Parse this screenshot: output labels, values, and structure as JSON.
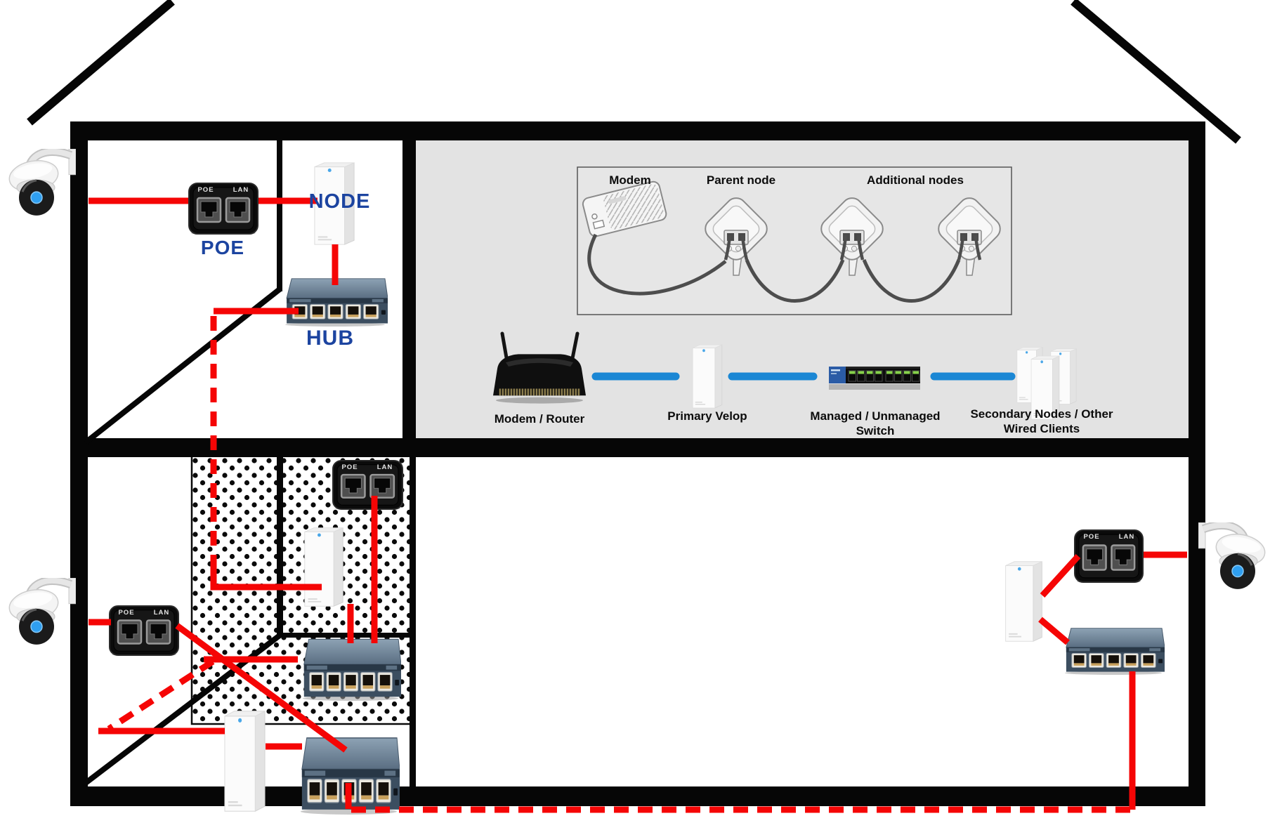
{
  "labels": {
    "poe_caption": "POE",
    "node_caption": "NODE",
    "hub_caption": "HUB",
    "port_poe": "POE",
    "port_lan": "LAN"
  },
  "inset": {
    "modem_label": "Modem",
    "parent_node_label": "Parent node",
    "additional_nodes_label": "Additional nodes"
  },
  "flow": {
    "modem_router_label": "Modem / Router",
    "primary_velop_label": "Primary Velop",
    "switch_label": "Managed / Unmanaged Switch",
    "secondary_label": "Secondary Nodes / Other Wired Clients"
  },
  "icons": {
    "camera": "ptz-camera-icon",
    "poe_injector": "poe-injector-icon",
    "mesh_node": "velop-node-icon",
    "switch": "ethernet-switch-icon",
    "router": "wifi-router-icon"
  },
  "colors": {
    "cable_red": "#f50505",
    "link_blue": "#1b87d4",
    "caption_blue": "#1c44a0",
    "panel_gray": "#e3e3e3"
  }
}
